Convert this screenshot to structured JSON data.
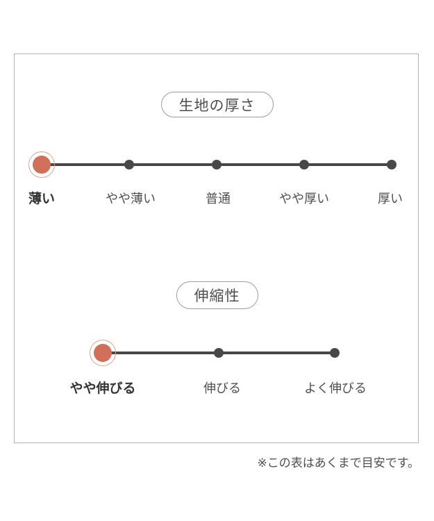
{
  "colors": {
    "accent_dot": "#d0705a",
    "accent_ring": "#d9a390",
    "track": "#484848",
    "frame_border": "#b3b3b3",
    "text": "#4f4f4f"
  },
  "scales": [
    {
      "title": "生地の厚さ",
      "options": [
        {
          "label": "薄い",
          "selected": true
        },
        {
          "label": "やや薄い",
          "selected": false
        },
        {
          "label": "普通",
          "selected": false
        },
        {
          "label": "やや厚い",
          "selected": false
        },
        {
          "label": "厚い",
          "selected": false
        }
      ]
    },
    {
      "title": "伸縮性",
      "options": [
        {
          "label": "やや伸びる",
          "selected": true
        },
        {
          "label": "伸びる",
          "selected": false
        },
        {
          "label": "よく伸びる",
          "selected": false
        }
      ]
    }
  ],
  "footnote": "※この表はあくまで目安です。",
  "chart_data": [
    {
      "type": "line",
      "title": "生地の厚さ",
      "categories": [
        "薄い",
        "やや薄い",
        "普通",
        "やや厚い",
        "厚い"
      ],
      "selected": "薄い",
      "selected_index": 0,
      "num_steps": 5,
      "legend": "none",
      "grid": false
    },
    {
      "type": "line",
      "title": "伸縮性",
      "categories": [
        "やや伸びる",
        "伸びる",
        "よく伸びる"
      ],
      "selected": "やや伸びる",
      "selected_index": 0,
      "num_steps": 3,
      "legend": "none",
      "grid": false
    }
  ]
}
